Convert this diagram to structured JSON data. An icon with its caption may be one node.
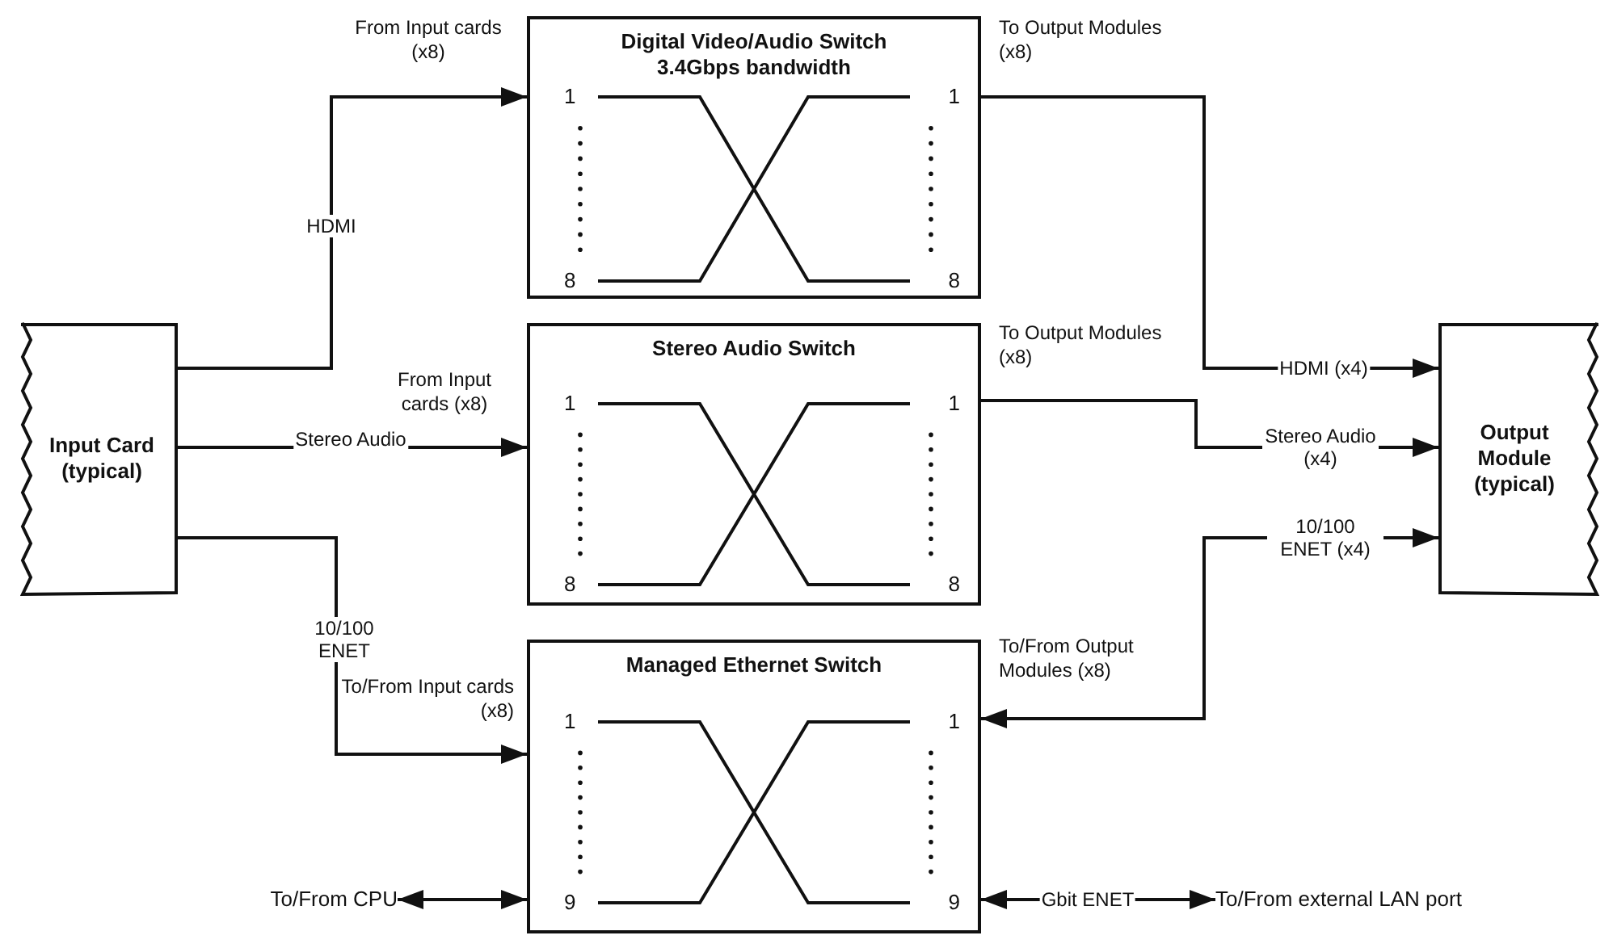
{
  "diagram": {
    "nodes": [
      {
        "text": [
          "Input Card (typical)"
        ]
      },
      {
        "text": [
          "Digital Video/Audio Switch 3.4Gbps bandwidth",
          "1",
          "8",
          "1",
          "8"
        ]
      },
      {
        "text": [
          "Stereo Audio Switch",
          "1",
          "8",
          "1",
          "8"
        ]
      },
      {
        "text": [
          "Managed Ethernet Switch",
          "1",
          "9",
          "1",
          "9"
        ]
      },
      {
        "text": [
          "Output Module (typical)"
        ]
      },
      {
        "text": [
          "To/From CPU"
        ]
      },
      {
        "text": [
          "To/From external LAN port"
        ]
      }
    ],
    "edges": [
      {
        "from": 0,
        "to": 1,
        "arrow": "to",
        "label": "HDMI"
      },
      {
        "from": 0,
        "to": 2,
        "arrow": "to",
        "label": "Stereo Audio"
      },
      {
        "from": 0,
        "to": 3,
        "arrow": "to",
        "label": "10/100 ENET"
      },
      {
        "from": 1,
        "to": 4,
        "arrow": "to",
        "label": "HDMI (x4)"
      },
      {
        "from": 2,
        "to": 4,
        "arrow": "to",
        "label": "Stereo Audio (x4)"
      },
      {
        "from": 3,
        "to": 4,
        "arrow": "both",
        "label": "10/100 ENET (x4)"
      },
      {
        "from": 5,
        "to": 3,
        "arrow": "both"
      },
      {
        "from": 3,
        "to": 6,
        "arrow": "both",
        "label": "Gbit ENET"
      }
    ],
    "labels": [
      "From Input cards (x8)",
      "To Output Modules (x8)",
      "From Input cards (x8)",
      "To Output Modules (x8)",
      "To/From Input cards (x8)",
      "To/From  Output Modules (x8)"
    ]
  }
}
